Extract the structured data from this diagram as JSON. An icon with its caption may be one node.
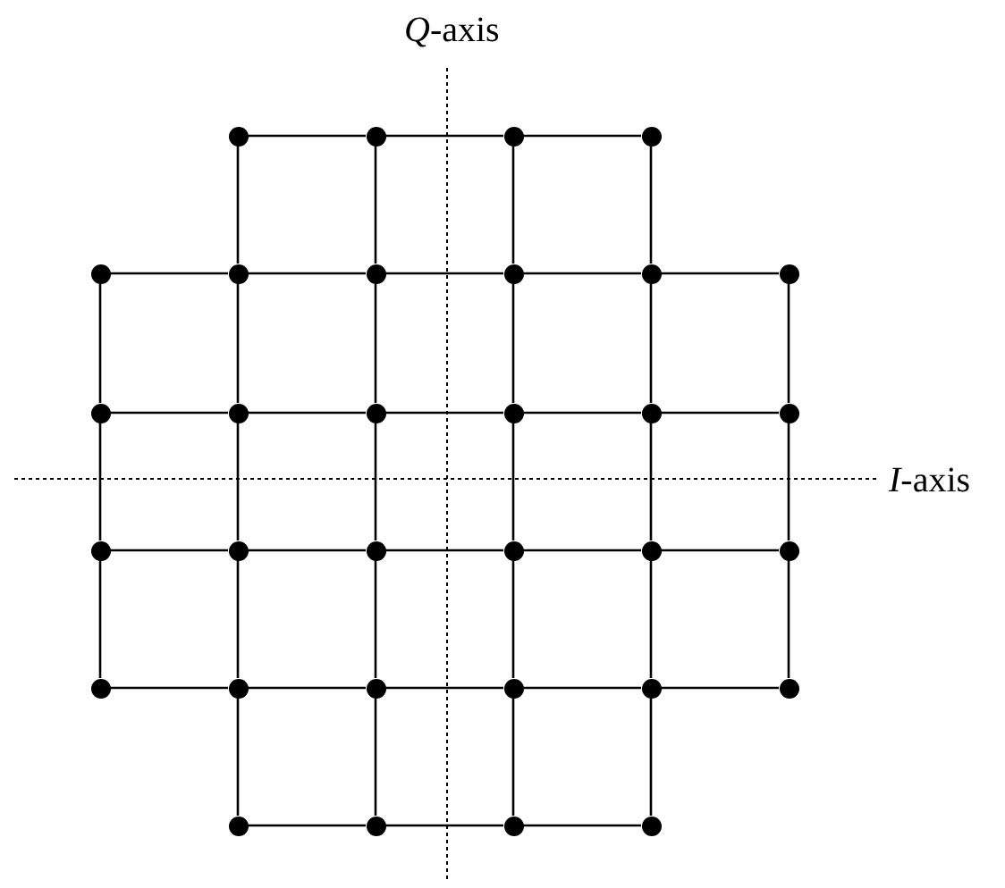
{
  "diagram": {
    "nodes": [
      {
        "text": [],
        "shape": "circle"
      },
      {
        "text": [],
        "shape": "circle"
      },
      {
        "text": [],
        "shape": "circle"
      },
      {
        "text": [],
        "shape": "circle"
      },
      {
        "text": [],
        "shape": "circle"
      },
      {
        "text": [],
        "shape": "circle"
      },
      {
        "text": [],
        "shape": "circle"
      },
      {
        "text": [],
        "shape": "circle"
      },
      {
        "text": [],
        "shape": "circle"
      },
      {
        "text": [],
        "shape": "circle"
      },
      {
        "text": [],
        "shape": "circle"
      },
      {
        "text": [],
        "shape": "circle"
      },
      {
        "text": [],
        "shape": "circle"
      },
      {
        "text": [],
        "shape": "circle"
      },
      {
        "text": [],
        "shape": "circle"
      },
      {
        "text": [],
        "shape": "circle"
      },
      {
        "text": [],
        "shape": "circle"
      },
      {
        "text": [],
        "shape": "circle"
      },
      {
        "text": [],
        "shape": "circle"
      },
      {
        "text": [],
        "shape": "circle"
      },
      {
        "text": [],
        "shape": "circle"
      },
      {
        "text": [],
        "shape": "circle"
      },
      {
        "text": [],
        "shape": "circle"
      },
      {
        "text": [],
        "shape": "circle"
      },
      {
        "text": [],
        "shape": "circle"
      },
      {
        "text": [],
        "shape": "circle"
      },
      {
        "text": [],
        "shape": "circle"
      },
      {
        "text": [],
        "shape": "circle"
      },
      {
        "text": [],
        "shape": "circle"
      },
      {
        "text": [],
        "shape": "circle"
      },
      {
        "text": [],
        "shape": "circle"
      },
      {
        "text": [],
        "shape": "circle"
      }
    ],
    "edges": [
      {
        "from": 0,
        "to": 1,
        "arrow": "none"
      },
      {
        "from": 1,
        "to": 2,
        "arrow": "none"
      },
      {
        "from": 2,
        "to": 3,
        "arrow": "none"
      },
      {
        "from": 4,
        "to": 5,
        "arrow": "none"
      },
      {
        "from": 5,
        "to": 6,
        "arrow": "none"
      },
      {
        "from": 6,
        "to": 7,
        "arrow": "none"
      },
      {
        "from": 7,
        "to": 8,
        "arrow": "none"
      },
      {
        "from": 8,
        "to": 9,
        "arrow": "none"
      },
      {
        "from": 10,
        "to": 11,
        "arrow": "none"
      },
      {
        "from": 11,
        "to": 12,
        "arrow": "none"
      },
      {
        "from": 12,
        "to": 13,
        "arrow": "none"
      },
      {
        "from": 13,
        "to": 14,
        "arrow": "none"
      },
      {
        "from": 14,
        "to": 15,
        "arrow": "none"
      },
      {
        "from": 16,
        "to": 17,
        "arrow": "none"
      },
      {
        "from": 17,
        "to": 18,
        "arrow": "none"
      },
      {
        "from": 18,
        "to": 19,
        "arrow": "none"
      },
      {
        "from": 19,
        "to": 20,
        "arrow": "none"
      },
      {
        "from": 20,
        "to": 21,
        "arrow": "none"
      },
      {
        "from": 22,
        "to": 23,
        "arrow": "none"
      },
      {
        "from": 23,
        "to": 24,
        "arrow": "none"
      },
      {
        "from": 24,
        "to": 25,
        "arrow": "none"
      },
      {
        "from": 25,
        "to": 26,
        "arrow": "none"
      },
      {
        "from": 26,
        "to": 27,
        "arrow": "none"
      },
      {
        "from": 28,
        "to": 29,
        "arrow": "none"
      },
      {
        "from": 29,
        "to": 30,
        "arrow": "none"
      },
      {
        "from": 30,
        "to": 31,
        "arrow": "none"
      },
      {
        "from": 4,
        "to": 10,
        "arrow": "none"
      },
      {
        "from": 10,
        "to": 16,
        "arrow": "none"
      },
      {
        "from": 16,
        "to": 22,
        "arrow": "none"
      },
      {
        "from": 0,
        "to": 5,
        "arrow": "none"
      },
      {
        "from": 5,
        "to": 11,
        "arrow": "none"
      },
      {
        "from": 11,
        "to": 17,
        "arrow": "none"
      },
      {
        "from": 17,
        "to": 23,
        "arrow": "none"
      },
      {
        "from": 23,
        "to": 28,
        "arrow": "none"
      },
      {
        "from": 1,
        "to": 6,
        "arrow": "none"
      },
      {
        "from": 6,
        "to": 12,
        "arrow": "none"
      },
      {
        "from": 12,
        "to": 18,
        "arrow": "none"
      },
      {
        "from": 18,
        "to": 24,
        "arrow": "none"
      },
      {
        "from": 24,
        "to": 29,
        "arrow": "none"
      },
      {
        "from": 2,
        "to": 7,
        "arrow": "none"
      },
      {
        "from": 7,
        "to": 13,
        "arrow": "none"
      },
      {
        "from": 13,
        "to": 19,
        "arrow": "none"
      },
      {
        "from": 19,
        "to": 25,
        "arrow": "none"
      },
      {
        "from": 25,
        "to": 30,
        "arrow": "none"
      },
      {
        "from": 3,
        "to": 8,
        "arrow": "none"
      },
      {
        "from": 8,
        "to": 14,
        "arrow": "none"
      },
      {
        "from": 14,
        "to": 20,
        "arrow": "none"
      },
      {
        "from": 20,
        "to": 26,
        "arrow": "none"
      },
      {
        "from": 26,
        "to": 31,
        "arrow": "none"
      },
      {
        "from": 9,
        "to": 15,
        "arrow": "none"
      },
      {
        "from": 15,
        "to": 21,
        "arrow": "none"
      },
      {
        "from": 21,
        "to": 27,
        "arrow": "none"
      }
    ],
    "labels": [
      "*Q*-axis",
      "*I*-axis"
    ]
  }
}
